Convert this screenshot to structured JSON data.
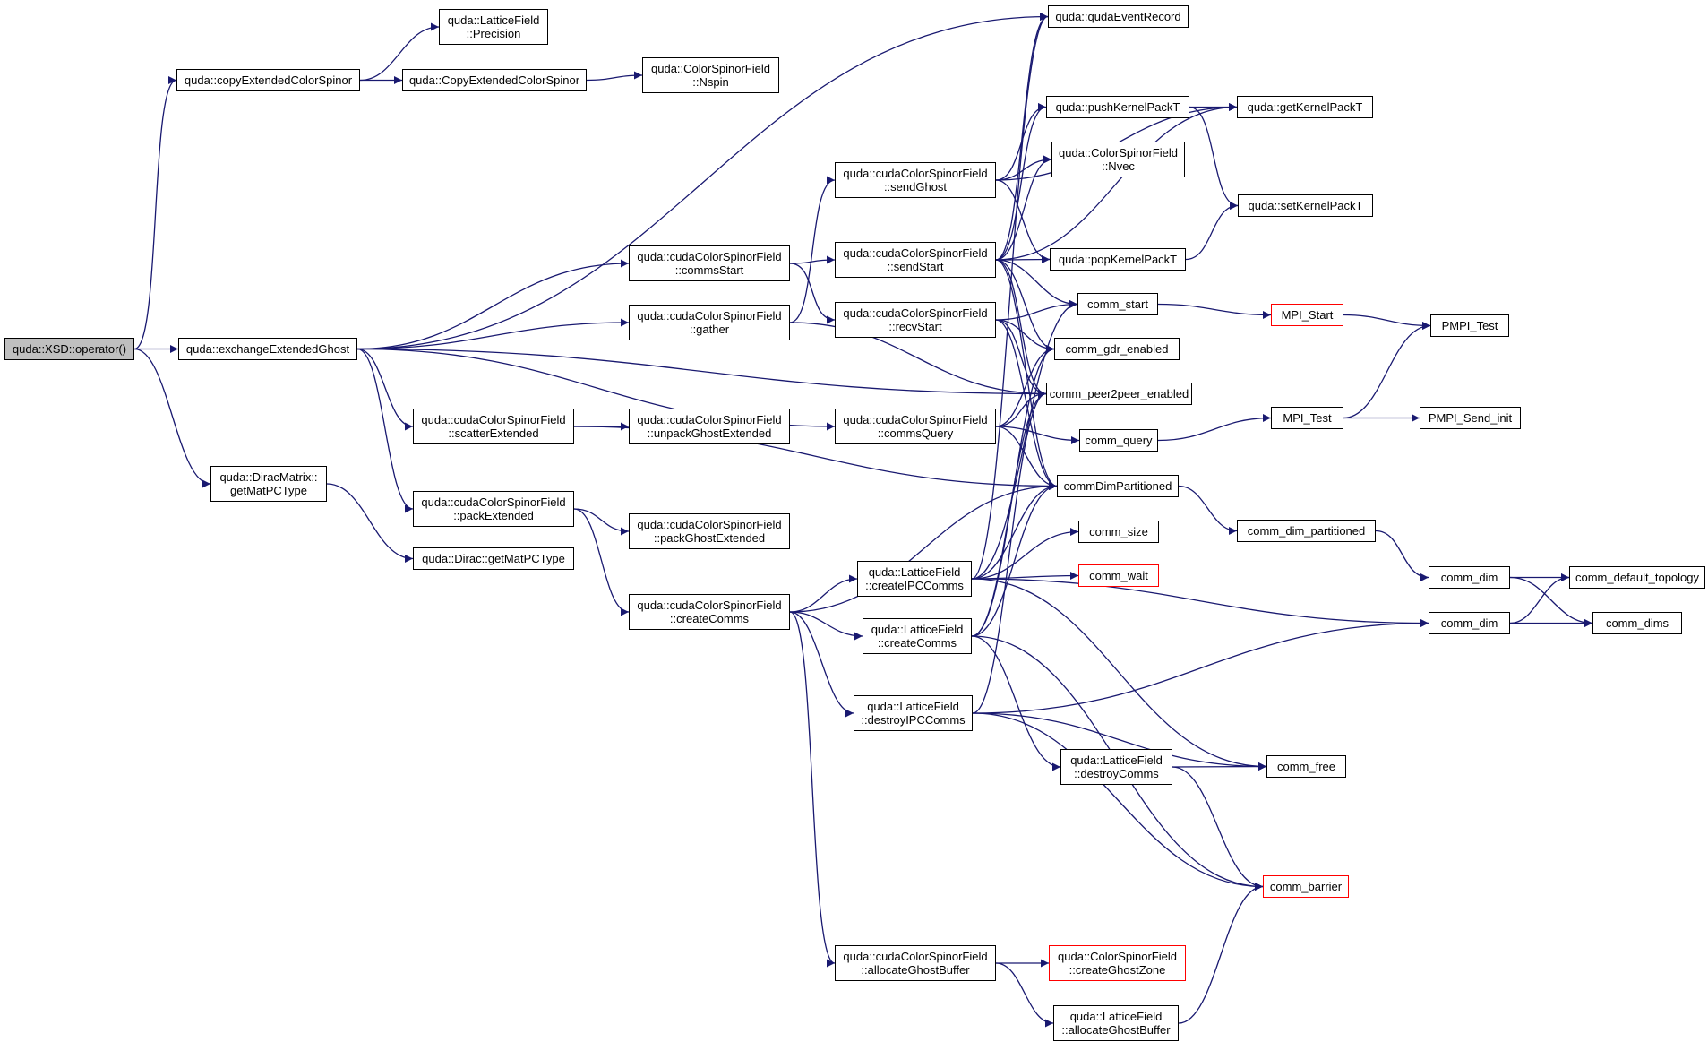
{
  "colors": {
    "edge": "#191970",
    "node_border": "#000000",
    "truncated_border": "#ff0000",
    "root_fill": "#bfbfbf",
    "background": "#ffffff"
  },
  "nodes": [
    {
      "id": "xsd_op",
      "lines": [
        "quda::XSD::operator()"
      ],
      "root": true
    },
    {
      "id": "copyExt",
      "lines": [
        "quda::copyExtendedColorSpinor"
      ]
    },
    {
      "id": "exchExt",
      "lines": [
        "quda::exchangeExtendedGhost"
      ]
    },
    {
      "id": "getMatPC1",
      "lines": [
        "quda::DiracMatrix::",
        "getMatPCType"
      ]
    },
    {
      "id": "lfPrec",
      "lines": [
        "quda::LatticeField",
        "::Precision"
      ]
    },
    {
      "id": "CopyExt2",
      "lines": [
        "quda::CopyExtendedColorSpinor"
      ]
    },
    {
      "id": "csfNspin",
      "lines": [
        "quda::ColorSpinorField",
        "::Nspin"
      ]
    },
    {
      "id": "commsStart",
      "lines": [
        "quda::cudaColorSpinorField",
        "::commsStart"
      ]
    },
    {
      "id": "gather",
      "lines": [
        "quda::cudaColorSpinorField",
        "::gather"
      ]
    },
    {
      "id": "scatterExt",
      "lines": [
        "quda::cudaColorSpinorField",
        "::scatterExtended"
      ]
    },
    {
      "id": "packExt",
      "lines": [
        "quda::cudaColorSpinorField",
        "::packExtended"
      ]
    },
    {
      "id": "diracGetMatPC",
      "lines": [
        "quda::Dirac::getMatPCType"
      ]
    },
    {
      "id": "unpackGhostExt",
      "lines": [
        "quda::cudaColorSpinorField",
        "::unpackGhostExtended"
      ]
    },
    {
      "id": "packGhostExt",
      "lines": [
        "quda::cudaColorSpinorField",
        "::packGhostExtended"
      ]
    },
    {
      "id": "createCommsCsf",
      "lines": [
        "quda::cudaColorSpinorField",
        "::createComms"
      ]
    },
    {
      "id": "sendGhost",
      "lines": [
        "quda::cudaColorSpinorField",
        "::sendGhost"
      ]
    },
    {
      "id": "sendStart",
      "lines": [
        "quda::cudaColorSpinorField",
        "::sendStart"
      ]
    },
    {
      "id": "recvStart",
      "lines": [
        "quda::cudaColorSpinorField",
        "::recvStart"
      ]
    },
    {
      "id": "commsQuery",
      "lines": [
        "quda::cudaColorSpinorField",
        "::commsQuery"
      ]
    },
    {
      "id": "createIPC",
      "lines": [
        "quda::LatticeField",
        "::createIPCComms"
      ]
    },
    {
      "id": "createCommsLf",
      "lines": [
        "quda::LatticeField",
        "::createComms"
      ]
    },
    {
      "id": "destroyIPC",
      "lines": [
        "quda::LatticeField",
        "::destroyIPCComms"
      ]
    },
    {
      "id": "allocGhostCsf",
      "lines": [
        "quda::cudaColorSpinorField",
        "::allocateGhostBuffer"
      ]
    },
    {
      "id": "qudaEventRecord",
      "lines": [
        "quda::qudaEventRecord"
      ]
    },
    {
      "id": "pushKernel",
      "lines": [
        "quda::pushKernelPackT"
      ]
    },
    {
      "id": "csfNvec",
      "lines": [
        "quda::ColorSpinorField",
        "::Nvec"
      ]
    },
    {
      "id": "popKernel",
      "lines": [
        "quda::popKernelPackT"
      ]
    },
    {
      "id": "commStart",
      "lines": [
        "comm_start"
      ]
    },
    {
      "id": "commGdr",
      "lines": [
        "comm_gdr_enabled"
      ]
    },
    {
      "id": "commP2P",
      "lines": [
        "comm_peer2peer_enabled"
      ]
    },
    {
      "id": "commQuery",
      "lines": [
        "comm_query"
      ]
    },
    {
      "id": "commDimPart",
      "lines": [
        "commDimPartitioned"
      ]
    },
    {
      "id": "commSize",
      "lines": [
        "comm_size"
      ]
    },
    {
      "id": "commWait",
      "lines": [
        "comm_wait"
      ],
      "truncated": true
    },
    {
      "id": "destroyCommsLf",
      "lines": [
        "quda::LatticeField",
        "::destroyComms"
      ]
    },
    {
      "id": "createGhostZone",
      "lines": [
        "quda::ColorSpinorField",
        "::createGhostZone"
      ],
      "truncated": true
    },
    {
      "id": "allocGhostLf",
      "lines": [
        "quda::LatticeField",
        "::allocateGhostBuffer"
      ]
    },
    {
      "id": "getKernelPackT",
      "lines": [
        "quda::getKernelPackT"
      ]
    },
    {
      "id": "setKernelPackT",
      "lines": [
        "quda::setKernelPackT"
      ]
    },
    {
      "id": "mpiStart",
      "lines": [
        "MPI_Start"
      ],
      "truncated": true
    },
    {
      "id": "mpiTest",
      "lines": [
        "MPI_Test"
      ]
    },
    {
      "id": "commDimPartLower",
      "lines": [
        "comm_dim_partitioned"
      ]
    },
    {
      "id": "commFree",
      "lines": [
        "comm_free"
      ]
    },
    {
      "id": "commBarrier",
      "lines": [
        "comm_barrier"
      ],
      "truncated": true
    },
    {
      "id": "pmpiTest",
      "lines": [
        "PMPI_Test"
      ]
    },
    {
      "id": "pmpiSendInit",
      "lines": [
        "PMPI_Send_init"
      ]
    },
    {
      "id": "commDim1",
      "lines": [
        "comm_dim"
      ]
    },
    {
      "id": "commDim2",
      "lines": [
        "comm_dim"
      ]
    },
    {
      "id": "commDefaultTopo",
      "lines": [
        "comm_default_topology"
      ]
    },
    {
      "id": "commDims",
      "lines": [
        "comm_dims"
      ]
    }
  ],
  "edges": [
    [
      "xsd_op",
      "copyExt"
    ],
    [
      "xsd_op",
      "exchExt"
    ],
    [
      "xsd_op",
      "getMatPC1"
    ],
    [
      "copyExt",
      "lfPrec"
    ],
    [
      "copyExt",
      "CopyExt2"
    ],
    [
      "CopyExt2",
      "csfNspin"
    ],
    [
      "exchExt",
      "qudaEventRecord"
    ],
    [
      "exchExt",
      "commsStart"
    ],
    [
      "exchExt",
      "gather"
    ],
    [
      "exchExt",
      "scatterExt"
    ],
    [
      "exchExt",
      "packExt"
    ],
    [
      "exchExt",
      "commsQuery"
    ],
    [
      "exchExt",
      "commP2P"
    ],
    [
      "getMatPC1",
      "diracGetMatPC"
    ],
    [
      "commsStart",
      "sendStart"
    ],
    [
      "commsStart",
      "recvStart"
    ],
    [
      "gather",
      "sendGhost"
    ],
    [
      "gather",
      "commP2P"
    ],
    [
      "scatterExt",
      "unpackGhostExt"
    ],
    [
      "scatterExt",
      "commDimPart"
    ],
    [
      "packExt",
      "packGhostExt"
    ],
    [
      "packExt",
      "createCommsCsf"
    ],
    [
      "createCommsCsf",
      "createIPC"
    ],
    [
      "createCommsCsf",
      "createCommsLf"
    ],
    [
      "createCommsCsf",
      "destroyIPC"
    ],
    [
      "createCommsCsf",
      "allocGhostCsf"
    ],
    [
      "createCommsCsf",
      "commDimPart"
    ],
    [
      "sendGhost",
      "pushKernel"
    ],
    [
      "sendGhost",
      "csfNvec"
    ],
    [
      "sendGhost",
      "popKernel"
    ],
    [
      "sendGhost",
      "getKernelPackT"
    ],
    [
      "sendStart",
      "qudaEventRecord"
    ],
    [
      "sendStart",
      "pushKernel"
    ],
    [
      "sendStart",
      "csfNvec"
    ],
    [
      "sendStart",
      "popKernel"
    ],
    [
      "sendStart",
      "getKernelPackT"
    ],
    [
      "sendStart",
      "commStart"
    ],
    [
      "sendStart",
      "commGdr"
    ],
    [
      "sendStart",
      "commP2P"
    ],
    [
      "sendStart",
      "commDimPart"
    ],
    [
      "recvStart",
      "commStart"
    ],
    [
      "recvStart",
      "commGdr"
    ],
    [
      "recvStart",
      "commP2P"
    ],
    [
      "recvStart",
      "commDimPart"
    ],
    [
      "commsQuery",
      "commQuery"
    ],
    [
      "commsQuery",
      "commGdr"
    ],
    [
      "commsQuery",
      "commP2P"
    ],
    [
      "commsQuery",
      "commDimPart"
    ],
    [
      "createIPC",
      "commSize"
    ],
    [
      "createIPC",
      "commWait"
    ],
    [
      "createIPC",
      "commDim2"
    ],
    [
      "createIPC",
      "commFree"
    ],
    [
      "createIPC",
      "commDimPart"
    ],
    [
      "createIPC",
      "commStart"
    ],
    [
      "createIPC",
      "qudaEventRecord"
    ],
    [
      "createCommsLf",
      "commGdr"
    ],
    [
      "createCommsLf",
      "commP2P"
    ],
    [
      "createCommsLf",
      "commDimPart"
    ],
    [
      "createCommsLf",
      "destroyCommsLf"
    ],
    [
      "createCommsLf",
      "commBarrier"
    ],
    [
      "destroyIPC",
      "commDim2"
    ],
    [
      "destroyIPC",
      "commFree"
    ],
    [
      "destroyIPC",
      "commBarrier"
    ],
    [
      "destroyIPC",
      "commP2P"
    ],
    [
      "allocGhostCsf",
      "createGhostZone"
    ],
    [
      "allocGhostCsf",
      "allocGhostLf"
    ],
    [
      "pushKernel",
      "getKernelPackT"
    ],
    [
      "pushKernel",
      "setKernelPackT"
    ],
    [
      "popKernel",
      "setKernelPackT"
    ],
    [
      "commStart",
      "mpiStart"
    ],
    [
      "mpiStart",
      "pmpiTest"
    ],
    [
      "commQuery",
      "mpiTest"
    ],
    [
      "mpiTest",
      "pmpiTest"
    ],
    [
      "mpiTest",
      "pmpiSendInit"
    ],
    [
      "commDimPart",
      "commDimPartLower"
    ],
    [
      "commDimPartLower",
      "commDim1"
    ],
    [
      "commDim1",
      "commDefaultTopo"
    ],
    [
      "commDim1",
      "commDims"
    ],
    [
      "commDim2",
      "commDefaultTopo"
    ],
    [
      "commDim2",
      "commDims"
    ],
    [
      "destroyCommsLf",
      "commFree"
    ],
    [
      "destroyCommsLf",
      "commBarrier"
    ],
    [
      "allocGhostLf",
      "commBarrier"
    ]
  ]
}
